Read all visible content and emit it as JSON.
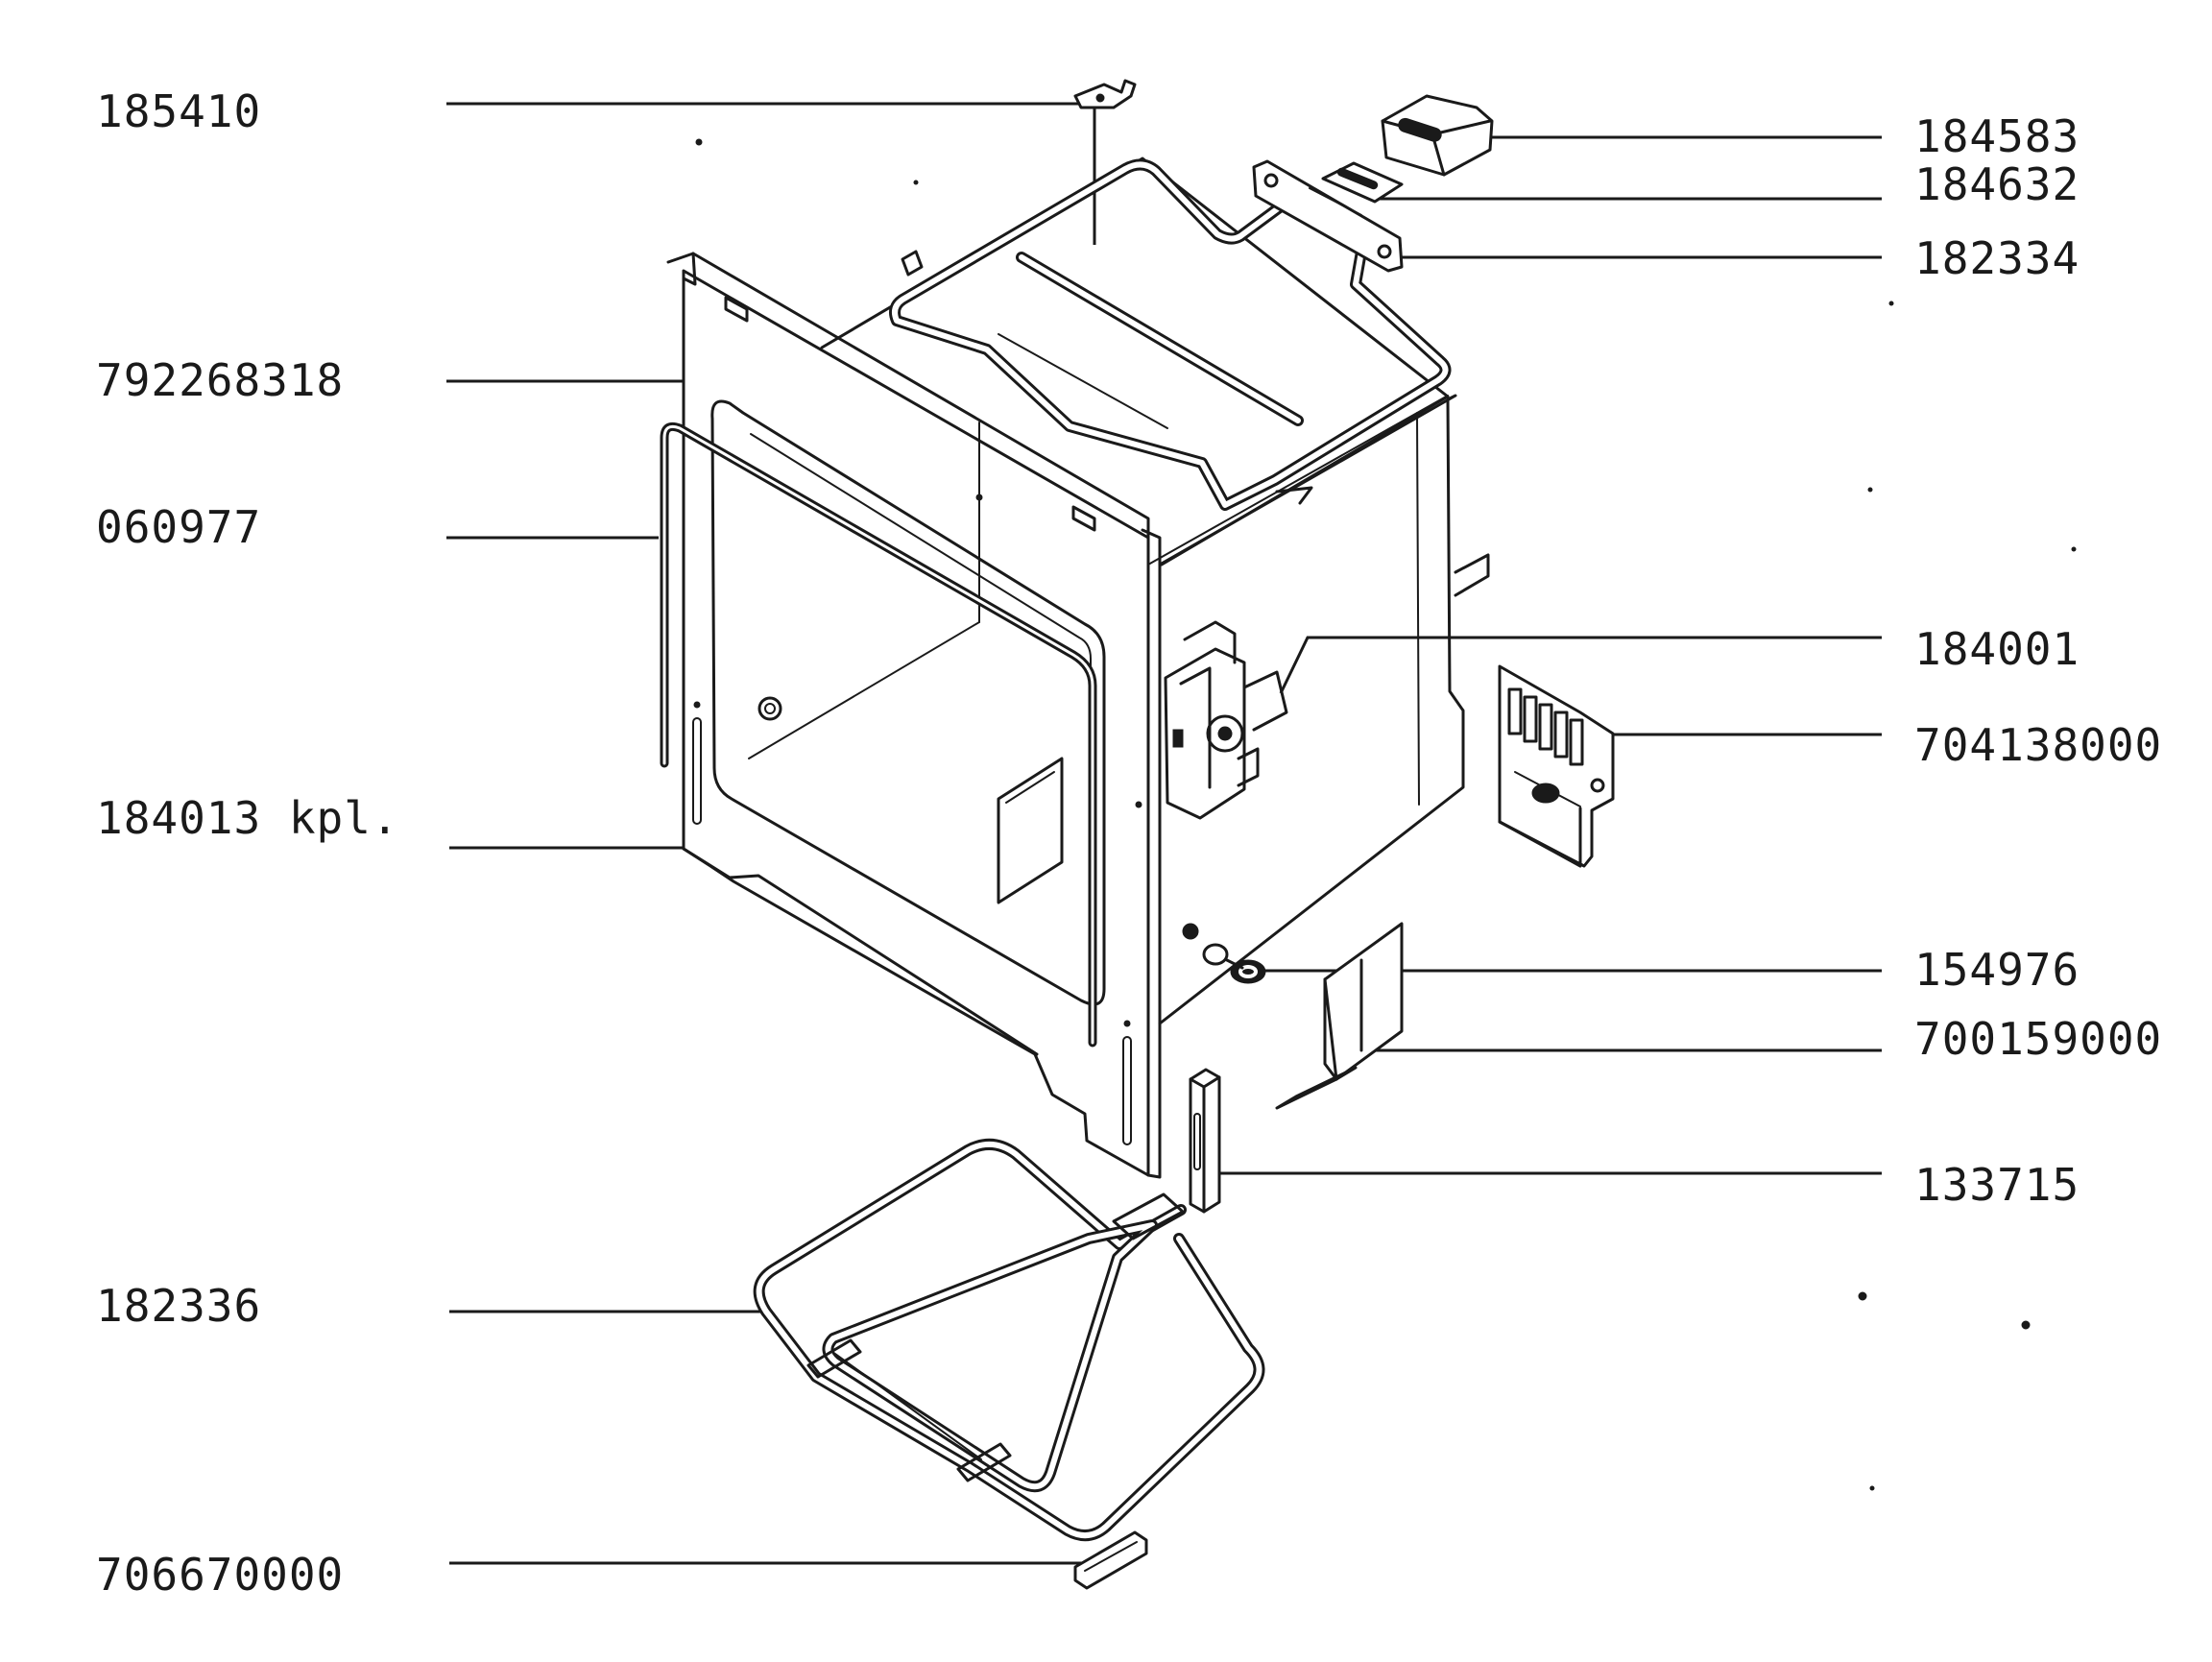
{
  "parts": [
    {
      "id": "p1",
      "number": "185410",
      "side": "left"
    },
    {
      "id": "p2",
      "number": "792268318",
      "side": "left"
    },
    {
      "id": "p3",
      "number": "060977",
      "side": "left"
    },
    {
      "id": "p4",
      "number": "184013 kpl.",
      "side": "left"
    },
    {
      "id": "p5",
      "number": "182336",
      "side": "left"
    },
    {
      "id": "p6",
      "number": "706670000",
      "side": "left"
    },
    {
      "id": "p7",
      "number": "184583",
      "side": "right"
    },
    {
      "id": "p8",
      "number": "184632",
      "side": "right"
    },
    {
      "id": "p9",
      "number": "182334",
      "side": "right"
    },
    {
      "id": "p10",
      "number": "184001",
      "side": "right"
    },
    {
      "id": "p11",
      "number": "704138000",
      "side": "right"
    },
    {
      "id": "p12",
      "number": "154976",
      "side": "right"
    },
    {
      "id": "p13",
      "number": "700159000",
      "side": "right"
    },
    {
      "id": "p14",
      "number": "133715",
      "side": "right"
    }
  ],
  "colors": {
    "ink": "#1a1a1a",
    "paper": "#ffffff"
  }
}
